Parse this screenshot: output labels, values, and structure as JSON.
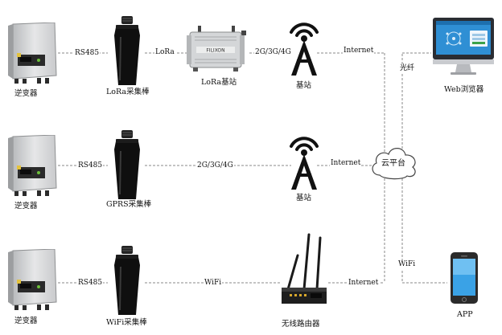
{
  "rows": [
    {
      "inverter": "逆变器",
      "link1": "RS485",
      "collector": "LoRa采集棒",
      "link2": "LoRa",
      "gateway": "LoRa基站",
      "gateway_brand": "FILIXON",
      "link3": "2G/3G/4G",
      "station": "基站",
      "link4": "Internet"
    },
    {
      "inverter": "逆变器",
      "link1": "RS485",
      "collector": "GPRS采集棒",
      "link2": "2G/3G/4G",
      "station": "基站",
      "link4": "Internet"
    },
    {
      "inverter": "逆变器",
      "link1": "RS485",
      "collector": "WiFi采集棒",
      "link2": "WiFi",
      "router": "无线路由器",
      "link4": "Internet"
    }
  ],
  "cloud": "云平台",
  "links": {
    "fiber": "光纤",
    "wifi": "WiFi"
  },
  "clients": {
    "web": "Web浏览器",
    "app": "APP"
  },
  "colors": {
    "wire": "#8a8a8a",
    "tower": "#111111",
    "cloud_stroke": "#444444"
  }
}
